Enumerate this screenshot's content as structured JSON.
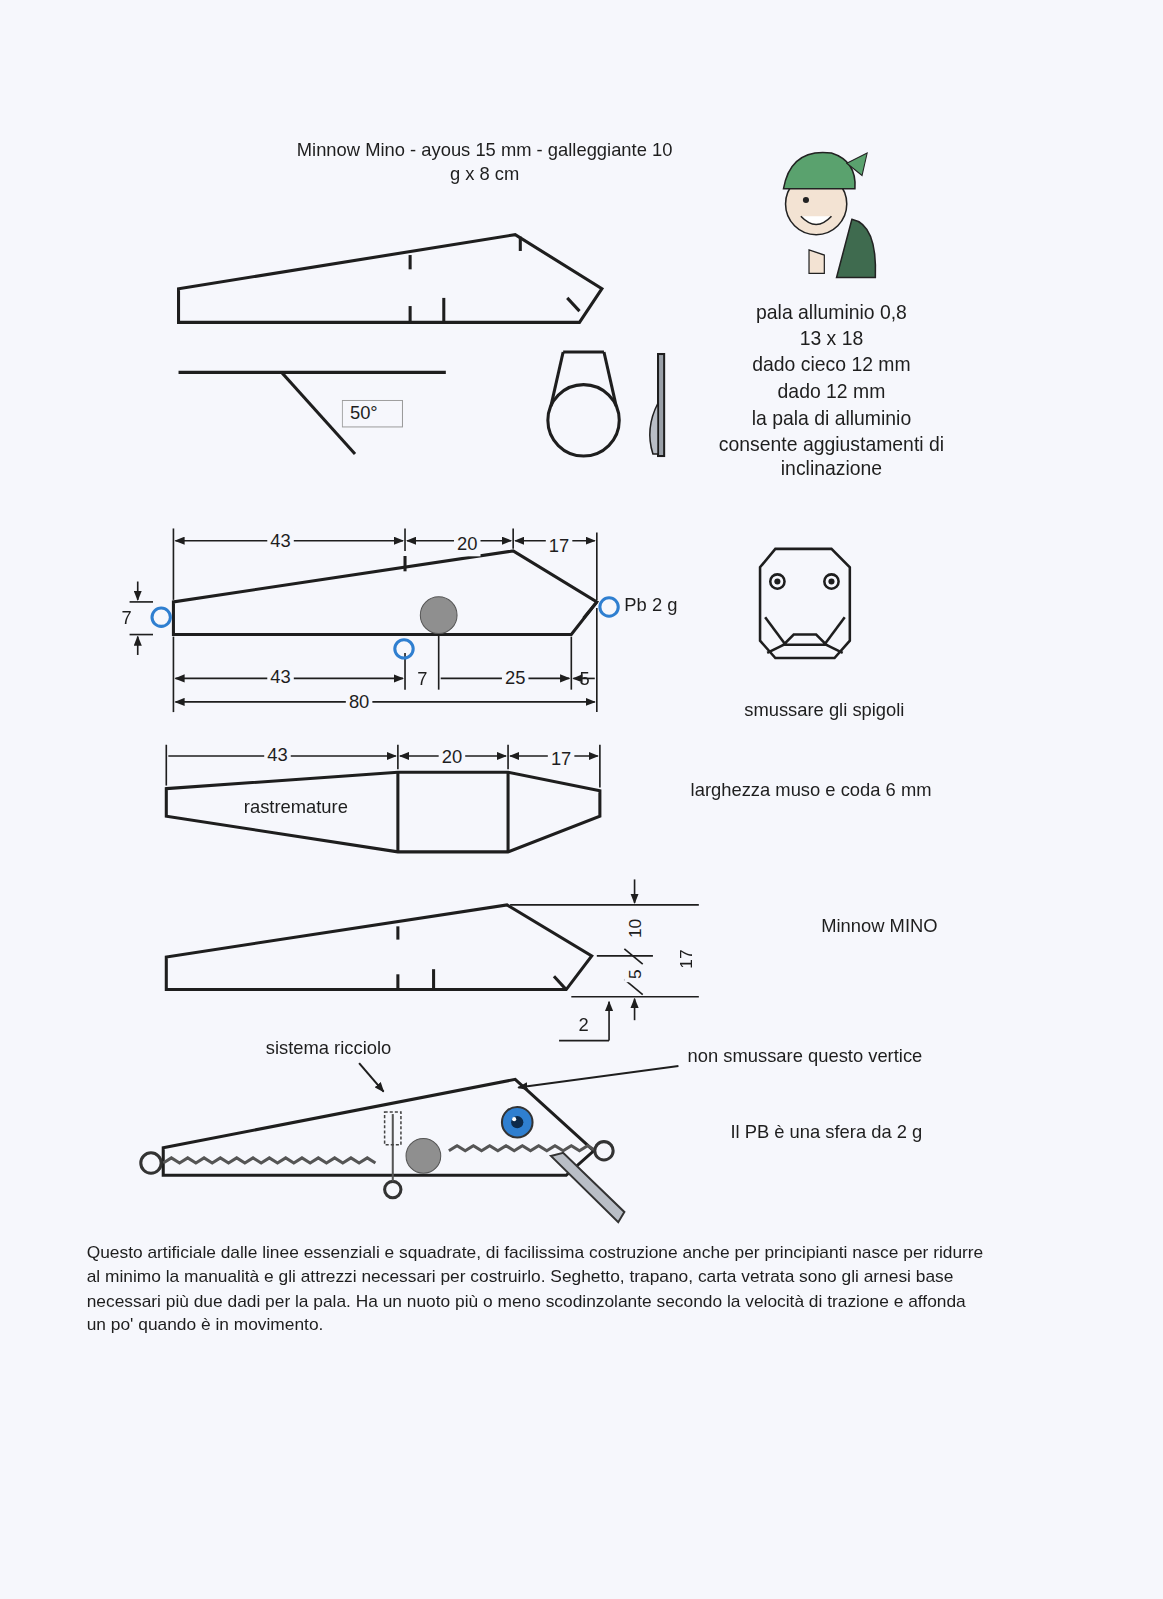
{
  "diagram": {
    "title": "Minnow Mino - ayous 15 mm - galleggiante 10 g x 8 cm",
    "nodes": [
      {
        "text": [
          "50°"
        ]
      }
    ],
    "labels": [
      "pala alluminio 0,8",
      "13 x 18",
      "dado cieco 12 mm",
      "dado 12 mm",
      "la pala di alluminio consente aggiustamenti di inclinazione",
      "43",
      "20",
      "17",
      "7",
      "Pb 2 g",
      "43",
      "7",
      "25",
      "5",
      "80",
      "smussare gli spigoli",
      "43",
      "20",
      "17",
      "rastremature",
      "larghezza muso e coda 6 mm",
      "10",
      "5",
      "17",
      "2",
      "Minnow MINO",
      "sistema ricciolo",
      "non smussare questo vertice",
      "Il PB è una sfera da 2 g",
      "Questo artificiale dalle linee essenziali e squadrate, di facilissima costruzione anche per principianti nasce per ridurre al minimo la manualità e gli attrezzi necessari per costruirlo. Seghetto, trapano, carta vetrata sono gli arnesi base necessari più due dadi per la pala. Ha un nuoto più o meno scodinzolante secondo la velocità di trazione e affonda un po' quando è in movimento."
    ]
  }
}
